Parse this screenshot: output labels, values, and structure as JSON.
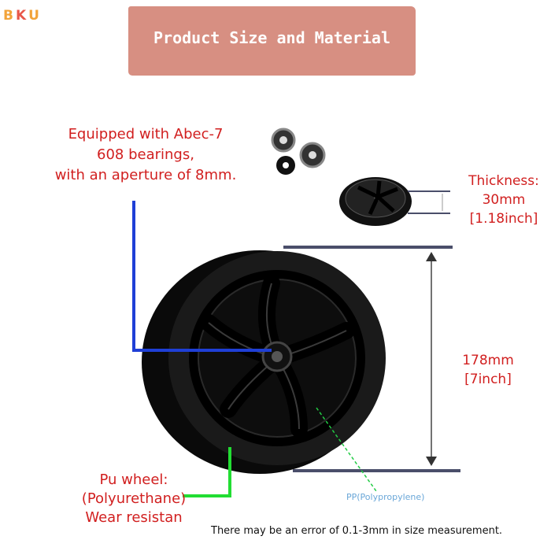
{
  "logo": {
    "letters": [
      "B",
      "K",
      "U"
    ],
    "colors": [
      "#f2a33a",
      "#e8574a",
      "#f2a33a"
    ]
  },
  "banner": {
    "title": "Product Size and Material",
    "color": "#d78f82"
  },
  "annotations": {
    "bearing": [
      "Equipped with Abec-7",
      "608 bearings,",
      "with an aperture of 8mm."
    ],
    "thickness": [
      "Thickness:",
      "30mm",
      "[1.18inch]"
    ],
    "diameter": [
      "178mm",
      "[7inch]"
    ],
    "pu": [
      "Pu wheel:",
      "(Polyurethane)",
      "Wear resistan"
    ],
    "pp": "PP(Polypropylene)"
  },
  "footer": {
    "error_note": "There may be an error of 0.1-3mm in size measurement."
  },
  "colors": {
    "label_red": "#d11f1f",
    "blue_line": "#1f3fd6",
    "green_line": "#22dd33",
    "dim_line": "#4a4e6a",
    "pp_blue": "#6aa7d8"
  },
  "icons": [
    "bearing-icon",
    "washer-icon",
    "wheel-side-icon",
    "wheel-front-icon",
    "dimension-arrow-icon"
  ]
}
